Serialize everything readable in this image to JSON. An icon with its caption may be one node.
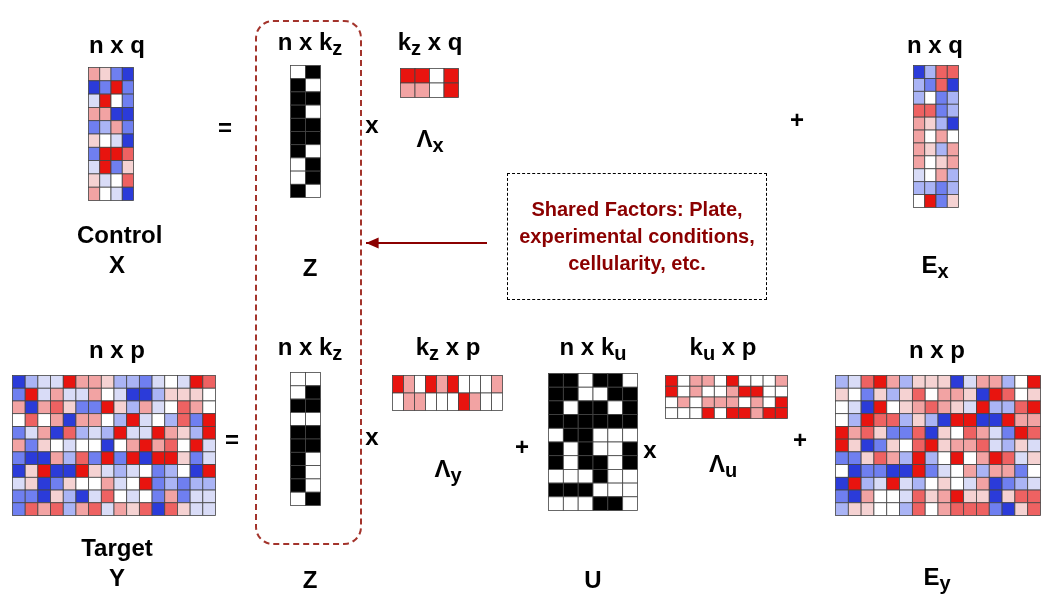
{
  "diagram": {
    "nodes": [
      {
        "text": [],
        "shape": "box"
      },
      {
        "text": [
          "Shared Factors: Plate, experimental conditions, cellularity, etc."
        ]
      }
    ],
    "edges": [
      {
        "from": 1,
        "to": 0,
        "arrow": "to"
      }
    ],
    "labels": [
      "n x q",
      "n x k$_{z}$",
      "k$_{z}$ x q",
      "n x q",
      "=",
      "x",
      "+",
      "Λ$_{x}$",
      "Control X",
      "Z",
      "E$_{x}$",
      "n x p",
      "n x k$_{z}$",
      "k$_{z}$ x p",
      "n x k$_{u}$",
      "k$_{u}$ x p",
      "n x p",
      "=",
      "x",
      "+",
      "x",
      "+",
      "Λ$_{y}$",
      "Λ$_{u}$",
      "Target Y",
      "Z",
      "U",
      "E$_{y}$"
    ]
  }
}
